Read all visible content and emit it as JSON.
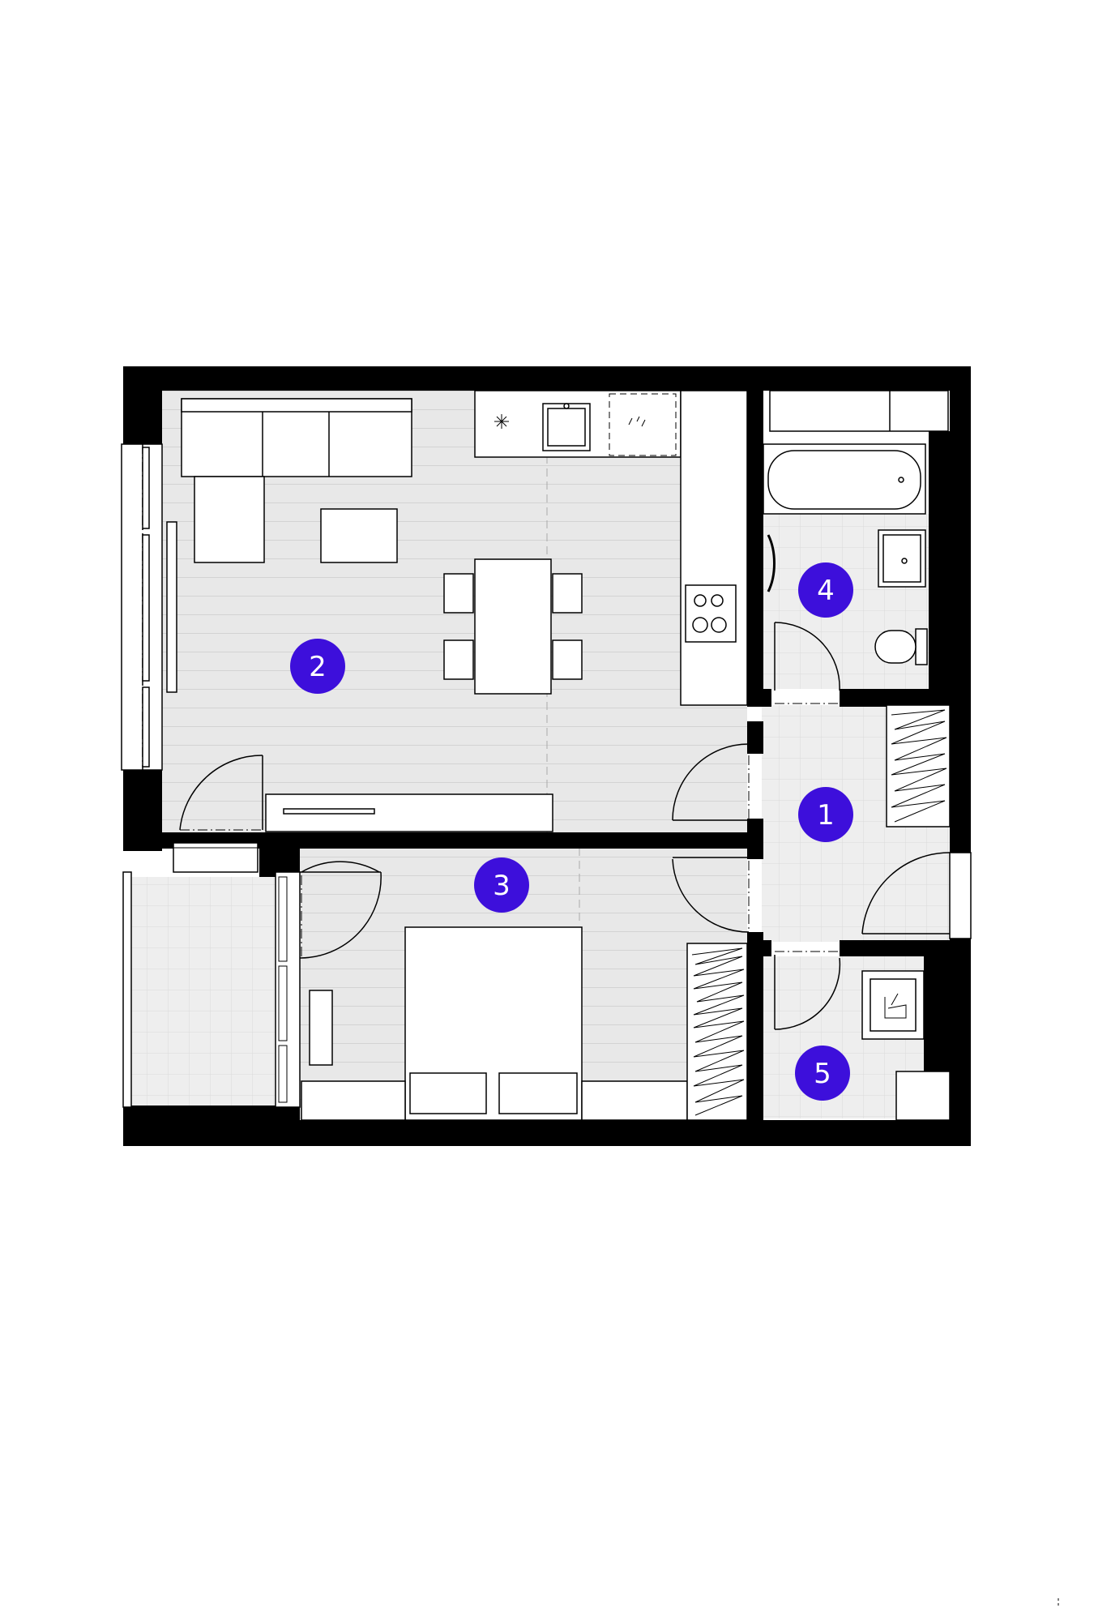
{
  "plan": {
    "colors": {
      "wall": "#000000",
      "floor": "#e8e8e8",
      "floor_line": "#d6d6d6",
      "furniture": "#ffffff",
      "badge": "#3d0fdb",
      "badge_text": "#ffffff"
    },
    "rooms": [
      {
        "id": "room-1",
        "number": "1"
      },
      {
        "id": "room-2",
        "number": "2"
      },
      {
        "id": "room-3",
        "number": "3"
      },
      {
        "id": "room-4",
        "number": "4"
      },
      {
        "id": "room-5",
        "number": "5"
      }
    ]
  }
}
